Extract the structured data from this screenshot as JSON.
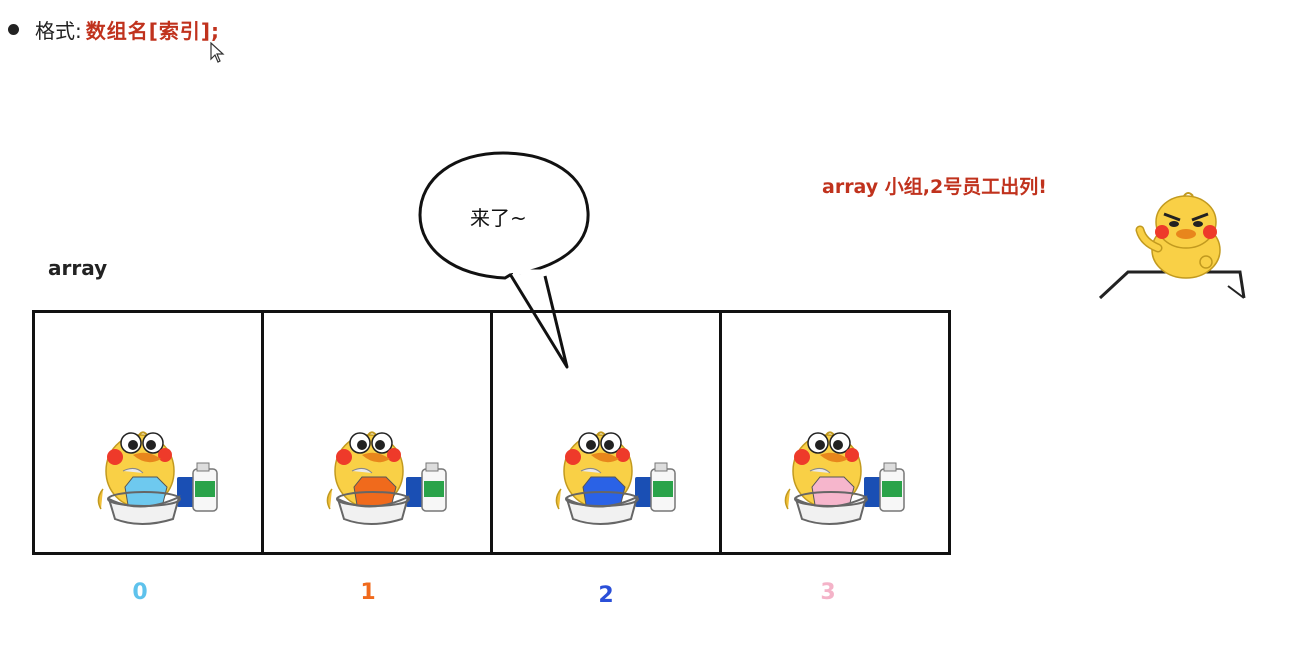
{
  "format": {
    "label": "格式:",
    "code": "数组名[索引];"
  },
  "array_label": "array",
  "speech_bubble": {
    "text": "来了~"
  },
  "announcement": "array 小组,2号员工出列!",
  "elements": [
    {
      "index": "0",
      "shirt_color": "#6ec9ef",
      "index_color": "#5ec2ec"
    },
    {
      "index": "1",
      "shirt_color": "#f06a1c",
      "index_color": "#f06a1c"
    },
    {
      "index": "2",
      "shirt_color": "#2a62e6",
      "index_color": "#2a4fd8"
    },
    {
      "index": "3",
      "shirt_color": "#f6b6cc",
      "index_color": "#f4b3c8"
    }
  ],
  "colors": {
    "highlight_red": "#c0321d",
    "duck_yellow": "#f9d046",
    "cheek_red": "#ee3a2a"
  },
  "icons": [
    "bullet-icon",
    "mouse-cursor-icon",
    "duck-illustration",
    "leader-duck-illustration"
  ]
}
